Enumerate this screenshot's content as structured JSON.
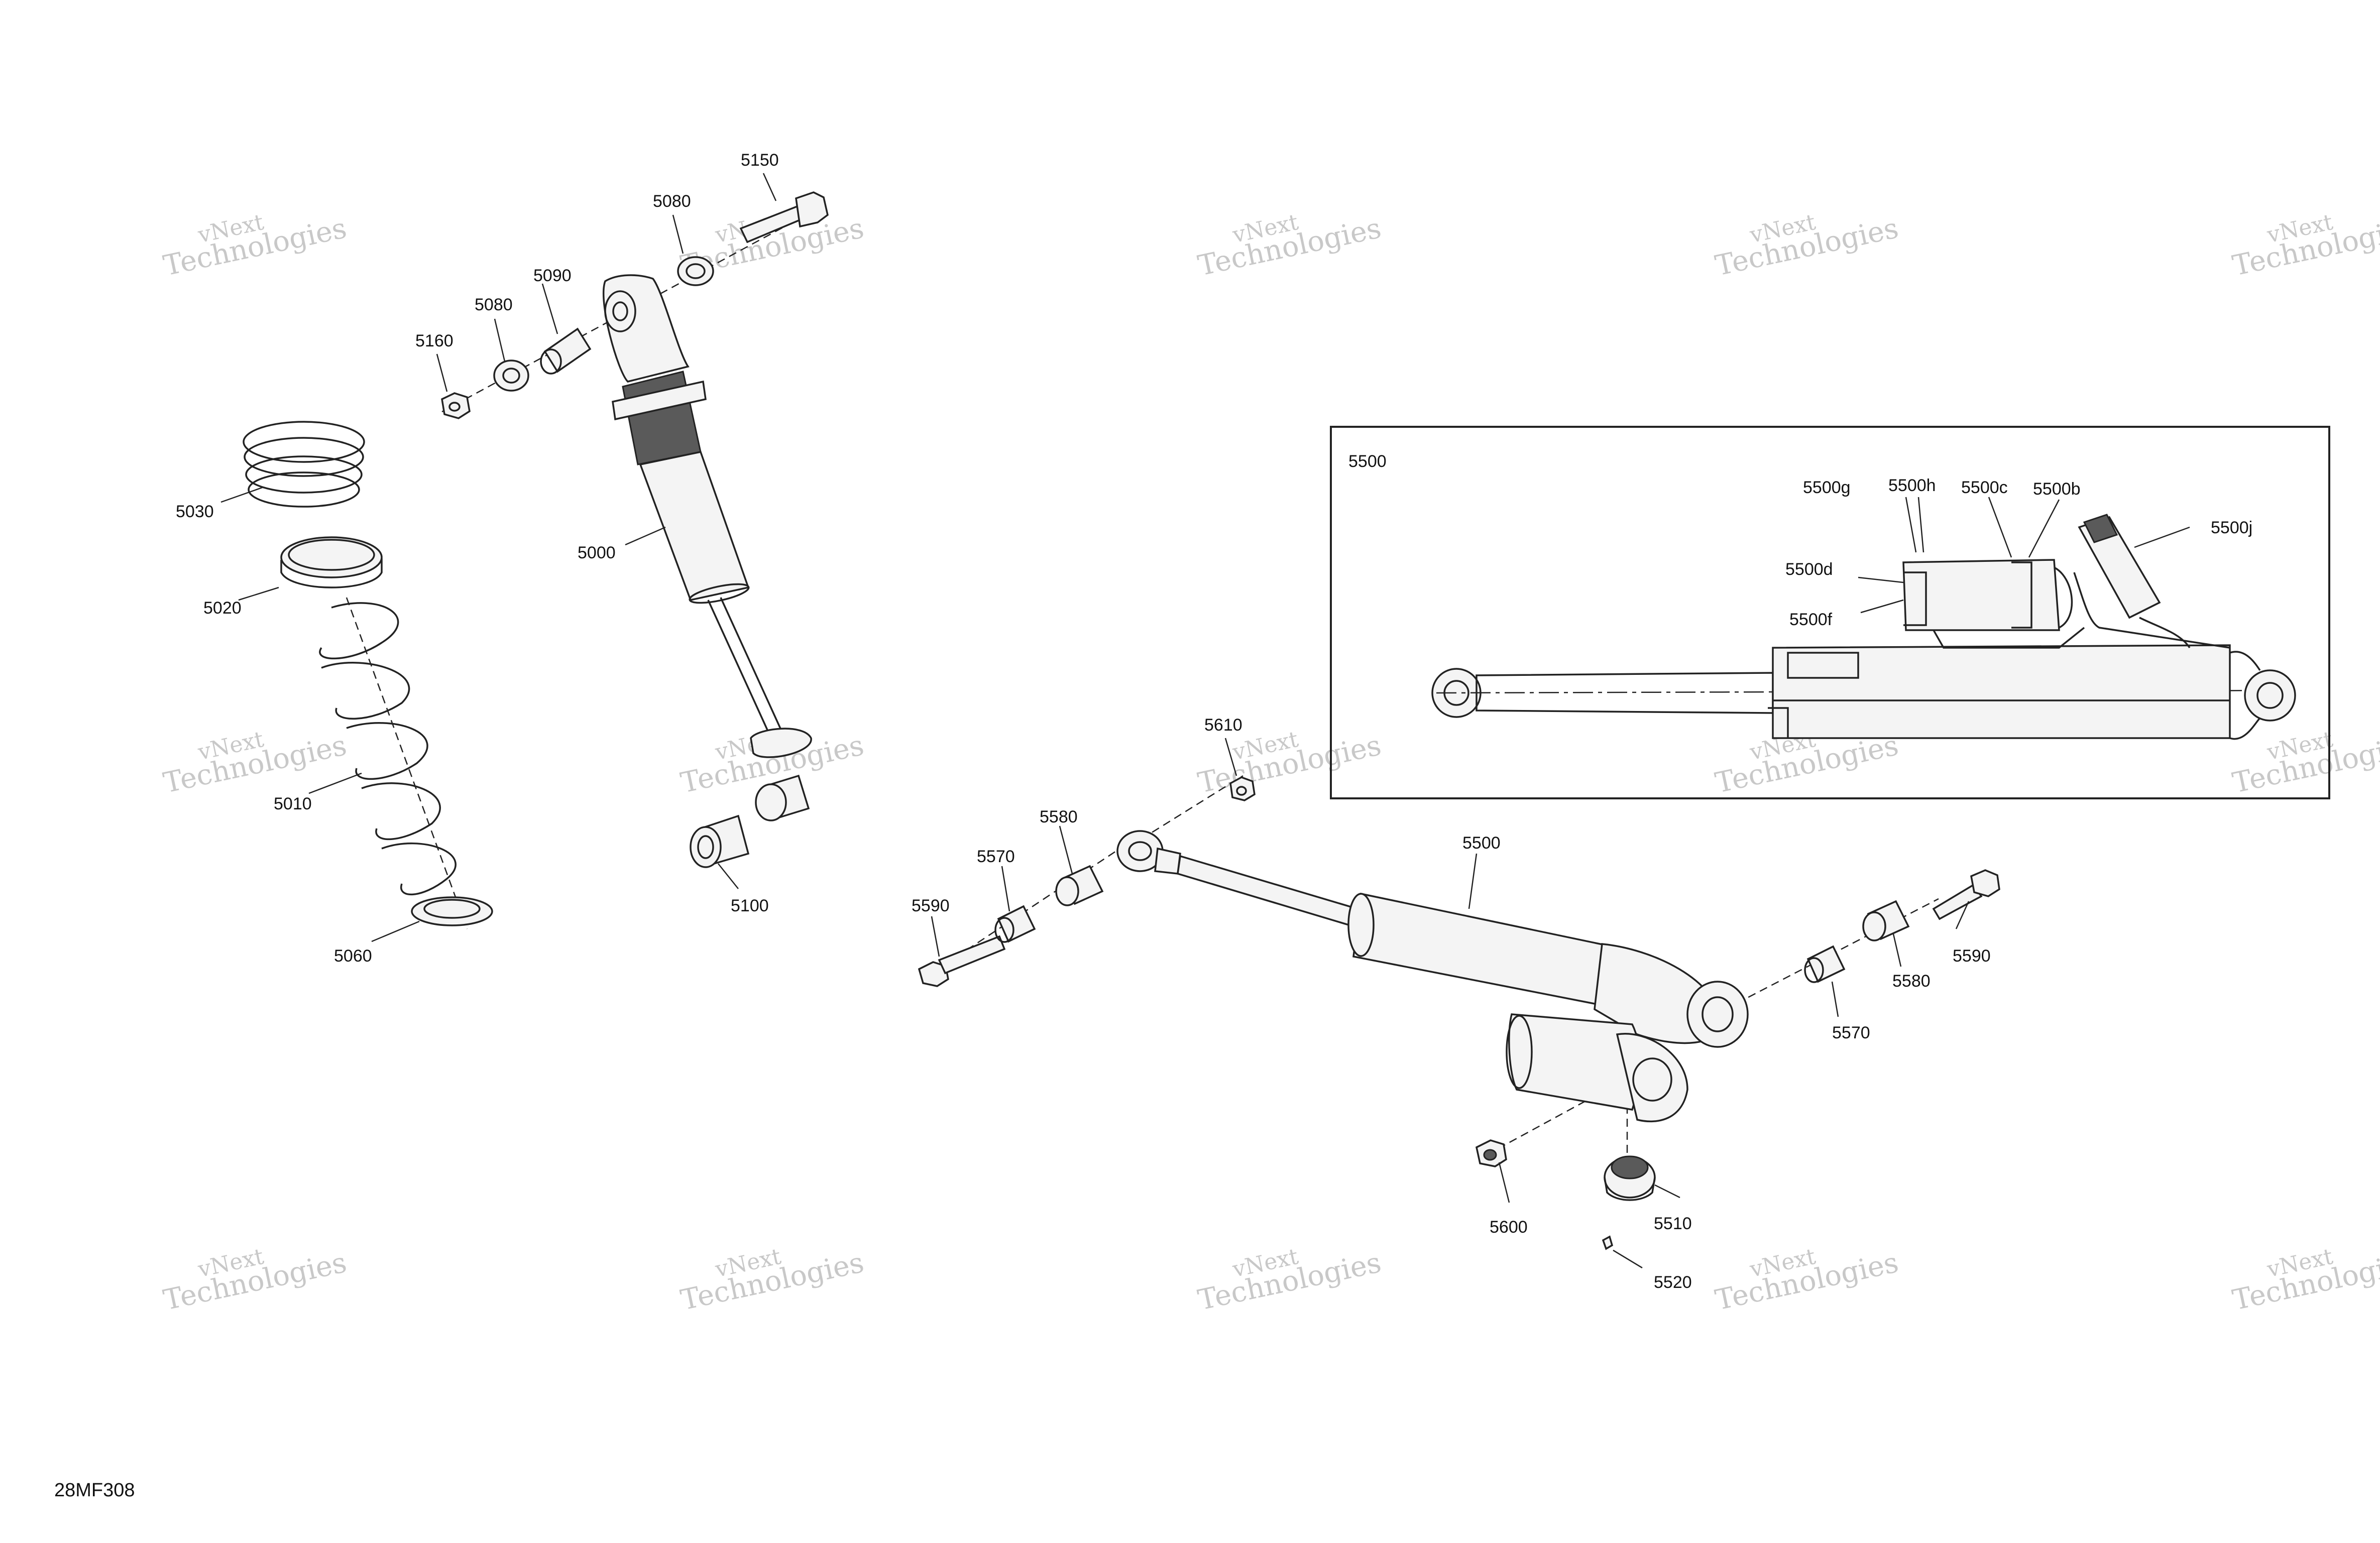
{
  "watermark": {
    "line1": "vNext",
    "line2": "Technologies"
  },
  "inset_label": "5500",
  "figure_code": "28MF308",
  "callouts": {
    "c5150": "5150",
    "c5080a": "5080",
    "c5090": "5090",
    "c5080b": "5080",
    "c5160": "5160",
    "c5030": "5030",
    "c5000": "5000",
    "c5020": "5020",
    "c5010": "5010",
    "c5060": "5060",
    "c5100": "5100",
    "c5610": "5610",
    "c5580a": "5580",
    "c5570a": "5570",
    "c5590a": "5590",
    "c5500": "5500",
    "c5590b": "5590",
    "c5580b": "5580",
    "c5570b": "5570",
    "c5600": "5600",
    "c5510": "5510",
    "c5520": "5520",
    "c5500g": "5500g",
    "c5500h": "5500h",
    "c5500c": "5500c",
    "c5500b": "5500b",
    "c5500j": "5500j",
    "c5500d": "5500d",
    "c5500f": "5500f"
  }
}
